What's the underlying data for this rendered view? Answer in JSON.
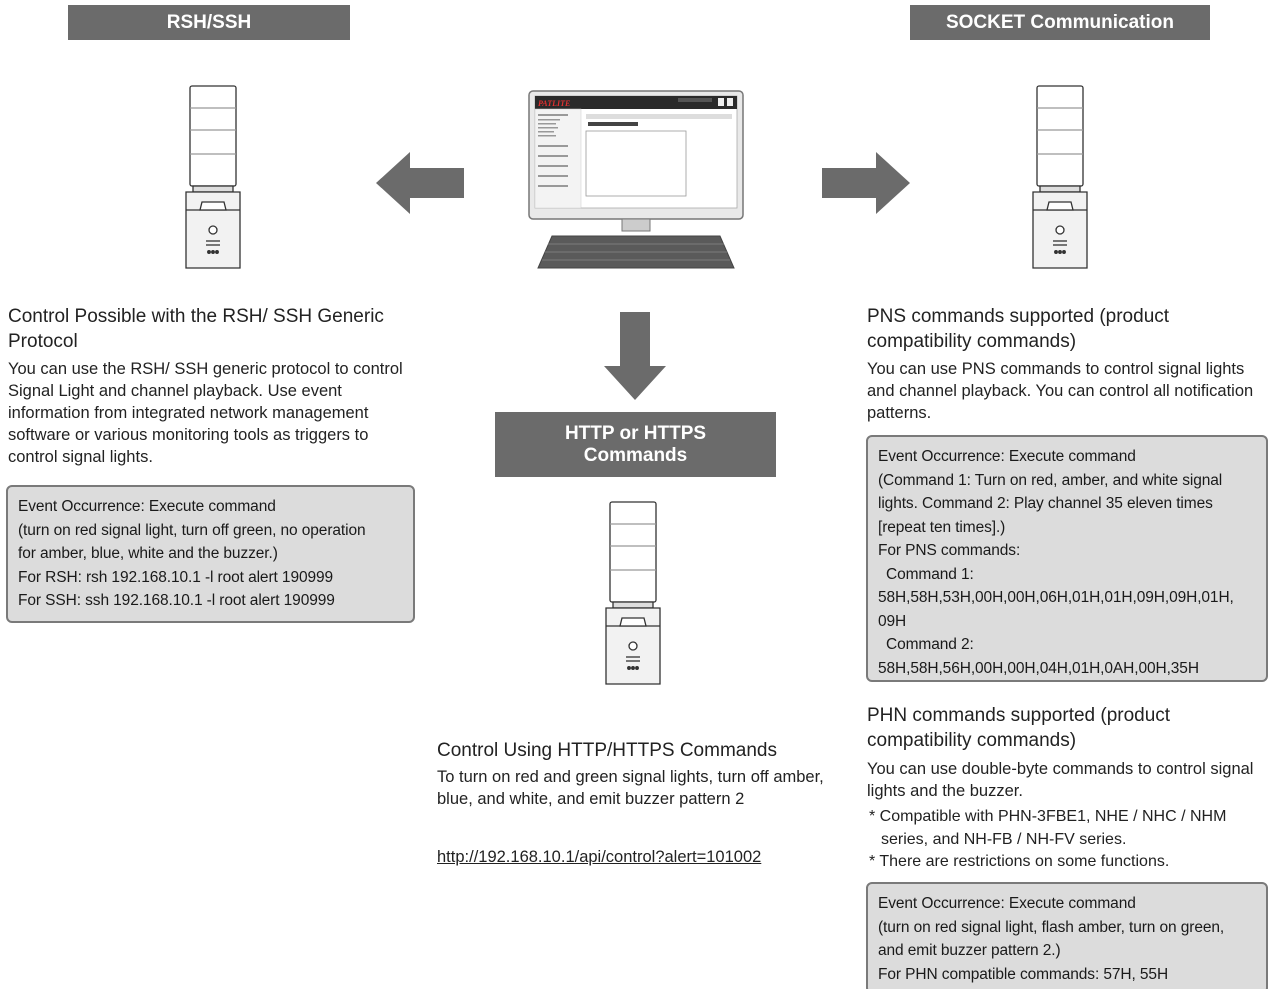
{
  "tags": {
    "rsh": "RSH/SSH",
    "socket": "SOCKET Communication",
    "http_line1": "HTTP or HTTPS",
    "http_line2": "Commands"
  },
  "monitor": {
    "logo": "PATLITE"
  },
  "rsh": {
    "heading": "Control Possible with the RSH/ SSH Generic Protocol",
    "description": "You can use the RSH/ SSH generic protocol to control Signal Light and channel playback. Use event information from integrated network management software or various monitoring tools as triggers to control signal lights.",
    "box": [
      "Event Occurrence: Execute command",
      "(turn on red signal light, turn off green, no operation",
      "for amber, blue, white and the buzzer.)",
      "For RSH: rsh 192.168.10.1 -l root alert 190999",
      "For SSH: ssh 192.168.10.1 -l root alert 190999"
    ]
  },
  "pns": {
    "heading": "PNS commands supported (product compatibility commands)",
    "description": "You can use PNS commands to control signal lights and channel playback. You can control all notification patterns.",
    "box": [
      "Event Occurrence: Execute command",
      "(Command 1: Turn on red, amber, and white signal",
      "lights. Command 2: Play channel 35 eleven times",
      "[repeat ten times].)",
      "For PNS commands:",
      "Command 1:",
      "58H,58H,53H,00H,00H,06H,01H,01H,09H,09H,01H,",
      "09H",
      "Command 2:",
      "58H,58H,56H,00H,00H,04H,01H,0AH,00H,35H"
    ]
  },
  "phn": {
    "heading": "PHN commands supported (product compatibility commands)",
    "description": "You can use double-byte commands to control signal lights and the buzzer.",
    "notes": [
      "* Compatible with PHN-3FBE1, NHE / NHC / NHM series, and NH-FB / NH-FV series.",
      "* There are restrictions on some functions."
    ],
    "box": [
      "Event Occurrence: Execute command",
      "(turn on red signal light, flash amber, turn on green,",
      "and emit buzzer pattern 2.)",
      "For PHN compatible commands: 57H, 55H"
    ]
  },
  "http": {
    "heading": "Control Using HTTP/HTTPS Commands",
    "description": "To turn on red and green signal lights, turn off amber, blue, and white, and emit buzzer pattern 2",
    "url": "http://192.168.10.1/api/control?alert=101002"
  }
}
